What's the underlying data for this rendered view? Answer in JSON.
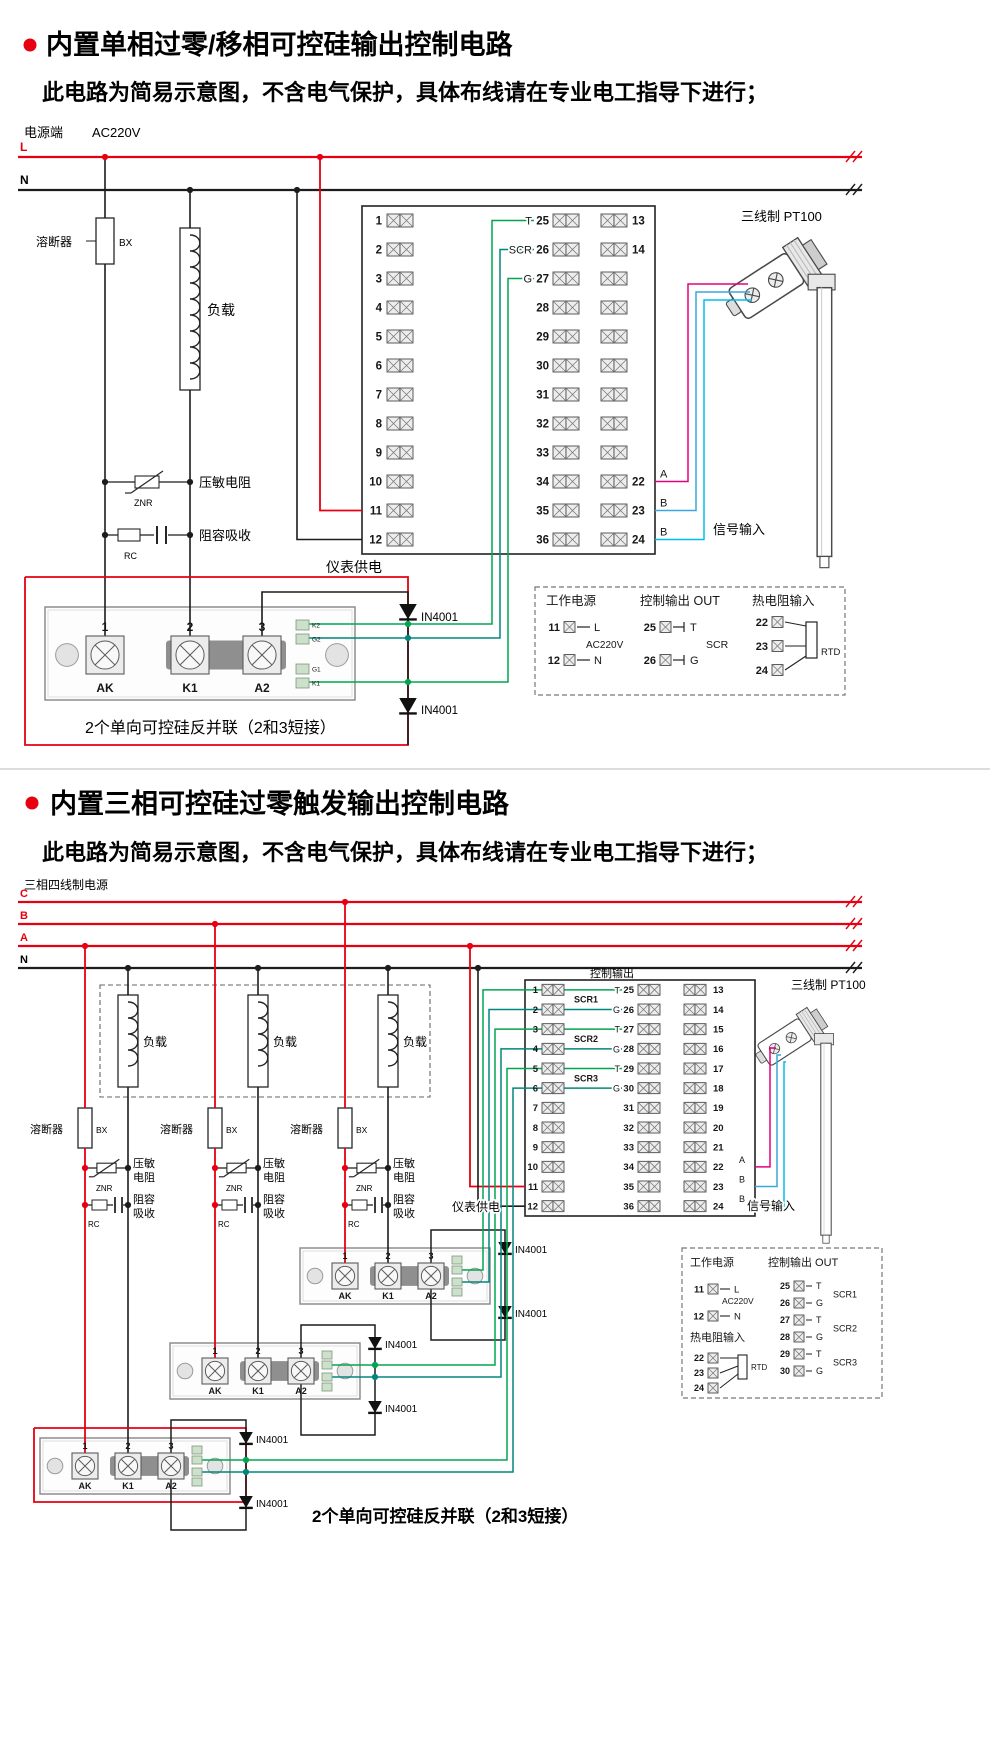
{
  "colors": {
    "line_red": "#e60012",
    "wire_black": "#1c1c1c",
    "wire_green": "#00a551",
    "wire_teal": "#00877c",
    "wire_magenta": "#e4007f",
    "wire_blue": "#3ba7de",
    "wire_cyan": "#00bdee"
  },
  "section1": {
    "title": "内置单相过零/移相可控硅输出控制电路",
    "subtitle": "此电路为简易示意图，不含电气保护，具体布线请在专业电工指导下进行；",
    "power_label": "电源端",
    "power_voltage": "AC220V",
    "phase_labels": [
      "L",
      "N"
    ],
    "fuse": {
      "label": "溶断器",
      "type": "BX"
    },
    "load_label": "负载",
    "varistor": {
      "label": "压敏电阻",
      "type": "ZNR"
    },
    "rc": {
      "label": "阻容吸收",
      "type": "RC"
    },
    "meter_supply": "仪表供电",
    "pt100_label": "三线制 PT100",
    "signal_input": "信号输入",
    "diode_label": "IN4001",
    "caption": "2个单向可控硅反并联（2和3短接）",
    "terminal_block": {
      "left": [
        "1",
        "2",
        "3",
        "4",
        "5",
        "6",
        "7",
        "8",
        "9",
        "10",
        "11",
        "12"
      ],
      "mid": [
        "25",
        "26",
        "27",
        "28",
        "29",
        "30",
        "31",
        "32",
        "33",
        "34",
        "35",
        "36"
      ],
      "right": [
        "13",
        "14",
        "",
        "",
        "",
        "",
        "",
        "",
        "",
        "22",
        "23",
        "24"
      ],
      "pin_labels": [
        "T",
        "SCR",
        "G"
      ],
      "signal_labels": [
        "A",
        "B",
        "B"
      ]
    },
    "module": {
      "numbers": [
        "1",
        "2",
        "3"
      ],
      "labels": [
        "AK",
        "K1",
        "A2"
      ],
      "pin_labels": [
        "K2",
        "G2",
        "G1",
        "K1"
      ]
    },
    "legend": {
      "power_title": "工作电源",
      "power_rows": [
        [
          "11",
          "L"
        ],
        [
          "12",
          "N"
        ]
      ],
      "power_voltage": "AC220V",
      "out_title": "控制输出 OUT",
      "out_rows": [
        [
          "25",
          "T"
        ],
        [
          "26",
          "G"
        ]
      ],
      "out_device": "SCR",
      "rtd_title": "热电阻输入",
      "rtd_rows": [
        "22",
        "23",
        "24"
      ],
      "rtd_device": "RTD"
    }
  },
  "section2": {
    "title": "内置三相可控硅过零触发输出控制电路",
    "subtitle": "此电路为简易示意图，不含电气保护，具体布线请在专业电工指导下进行；",
    "power_label": "三相四线制电源",
    "phase_labels": [
      "C",
      "B",
      "A",
      "N"
    ],
    "load_label": "负载",
    "fuse": {
      "label": "溶断器",
      "type": "BX"
    },
    "varistor": {
      "label_lines": [
        "压敏",
        "电阻"
      ],
      "type": "ZNR"
    },
    "rc": {
      "label_lines": [
        "阻容",
        "吸收"
      ],
      "type": "RC"
    },
    "meter_supply": "仪表供电",
    "control_output_label": "控制输出",
    "pt100_label": "三线制 PT100",
    "signal_input": "信号输入",
    "diode_label": "IN4001",
    "caption": "2个单向可控硅反并联（2和3短接）",
    "terminal_block": {
      "left": [
        "1",
        "2",
        "3",
        "4",
        "5",
        "6",
        "7",
        "8",
        "9",
        "10",
        "11",
        "12"
      ],
      "mid": [
        "25",
        "26",
        "27",
        "28",
        "29",
        "30",
        "31",
        "32",
        "33",
        "34",
        "35",
        "36"
      ],
      "right": [
        "13",
        "14",
        "15",
        "16",
        "17",
        "18",
        "19",
        "20",
        "21",
        "22",
        "23",
        "24"
      ],
      "pin_labels": [
        "T",
        "G",
        "T",
        "G",
        "T",
        "G"
      ],
      "group_labels": [
        "SCR1",
        "SCR2",
        "SCR3"
      ],
      "signal_labels": [
        "A",
        "B",
        "B"
      ]
    },
    "module": {
      "numbers": [
        "1",
        "2",
        "3"
      ],
      "labels": [
        "AK",
        "K1",
        "A2"
      ]
    },
    "legend": {
      "power_title": "工作电源",
      "power_rows": [
        [
          "11",
          "L"
        ],
        [
          "12",
          "N"
        ]
      ],
      "power_voltage": "AC220V",
      "rtd_title": "热电阻输入",
      "rtd_rows": [
        "22",
        "23",
        "24"
      ],
      "rtd_device": "RTD",
      "out_title": "控制输出 OUT",
      "out_groups": [
        {
          "rows": [
            [
              "25",
              "T"
            ],
            [
              "26",
              "G"
            ]
          ],
          "device": "SCR1"
        },
        {
          "rows": [
            [
              "27",
              "T"
            ],
            [
              "28",
              "G"
            ]
          ],
          "device": "SCR2"
        },
        {
          "rows": [
            [
              "29",
              "T"
            ],
            [
              "30",
              "G"
            ]
          ],
          "device": "SCR3"
        }
      ]
    }
  }
}
